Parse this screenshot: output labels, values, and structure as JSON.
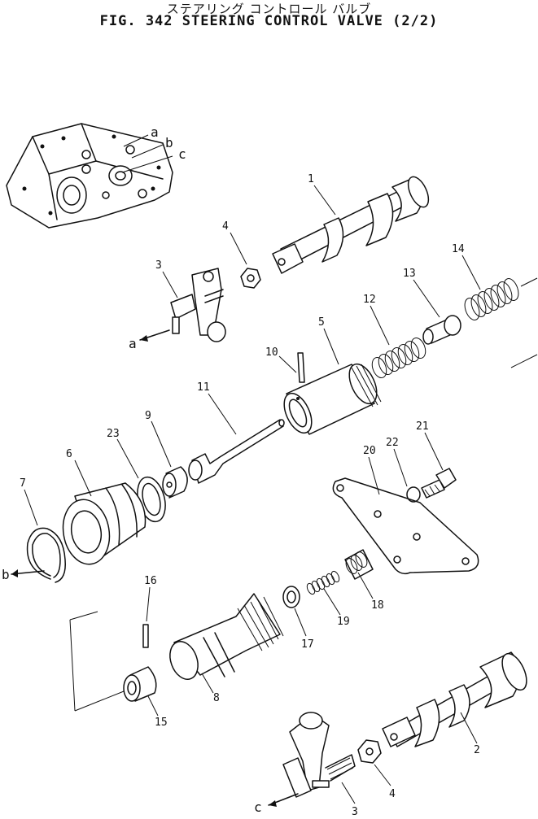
{
  "title": {
    "japanese": "ステアリング コントロール バルブ",
    "english": "FIG. 342  STEERING CONTROL VALVE (2/2)"
  },
  "view_letters": [
    "a",
    "b",
    "c"
  ],
  "callouts": {
    "p1": "1",
    "p2": "2",
    "p3a": "3",
    "p3b": "3",
    "p4a": "4",
    "p4b": "4",
    "p5": "5",
    "p6": "6",
    "p7": "7",
    "p8": "8",
    "p9": "9",
    "p10": "10",
    "p11": "11",
    "p12": "12",
    "p13": "13",
    "p14": "14",
    "p15": "15",
    "p16": "16",
    "p17": "17",
    "p18": "18",
    "p19": "19",
    "p20": "20",
    "p21": "21",
    "p22": "22",
    "p23": "23"
  }
}
